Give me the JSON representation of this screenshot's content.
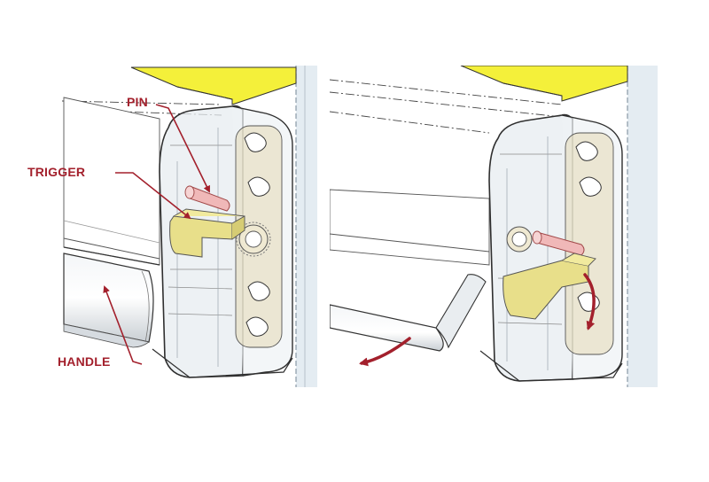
{
  "callouts": {
    "pin": "PIN",
    "trigger": "TRIGGER",
    "handle": "HANDLE"
  },
  "colors": {
    "annotation": "#a3202c",
    "yellow_panel": "#f4f03a",
    "trigger_part": "#e8df8a",
    "pin_part": "#f0b8b8",
    "outline": "#333333",
    "tint": "#cfd8e0"
  },
  "icons": [
    "leader-arrow",
    "rotation-arrow"
  ]
}
